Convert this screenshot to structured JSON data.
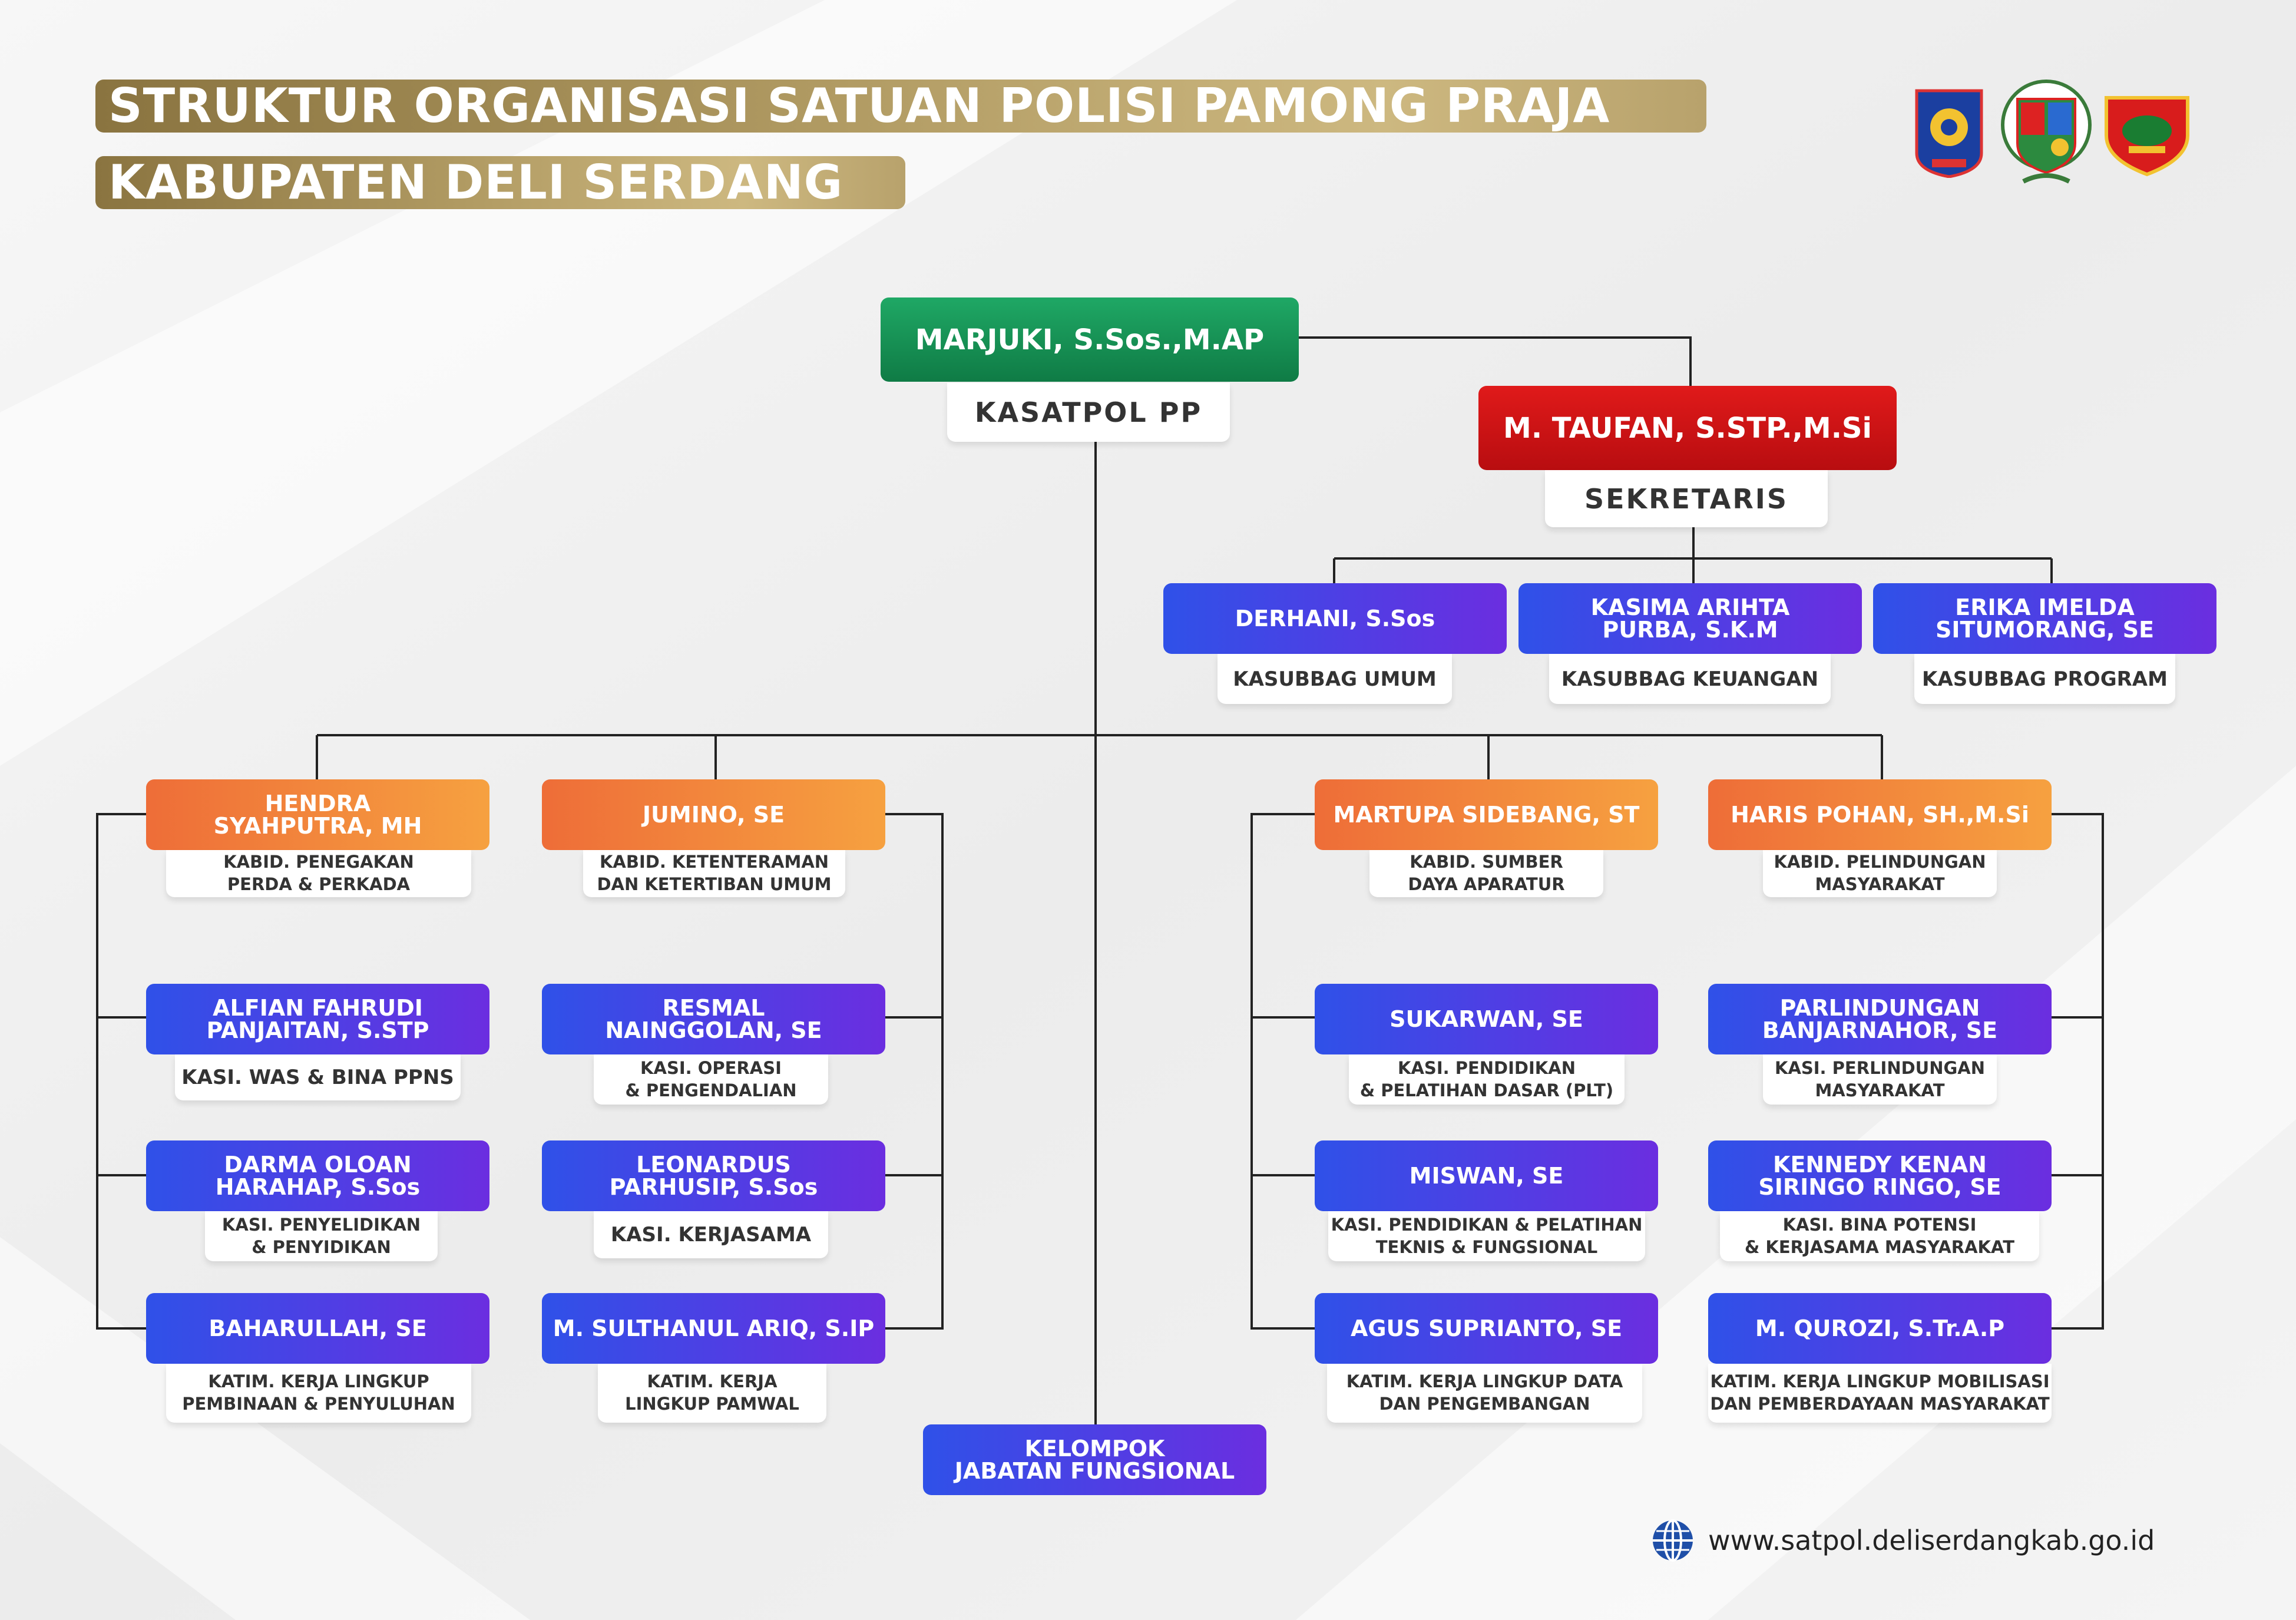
{
  "title": {
    "line1": "STRUKTUR ORGANISASI SATUAN POLISI PAMONG PRAJA",
    "line2": "KABUPATEN DELI SERDANG"
  },
  "colors": {
    "gold": "#b09a62",
    "green": "#138c52",
    "red": "#cc1212",
    "blue": "#3f46e6",
    "orange": "#f28a3c"
  },
  "logos": [
    "satpol-pp-emblem-icon",
    "deli-serdang-regency-seal-icon",
    "satpol-shield-icon"
  ],
  "head": {
    "name": "MARJUKI, S.Sos.,M.AP",
    "role": "KASATPOL PP"
  },
  "secretary": {
    "name": "M. TAUFAN, S.STP.,M.Si",
    "role": "SEKRETARIS"
  },
  "subsections": [
    {
      "name": "DERHANI, S.Sos",
      "role": "KASUBBAG UMUM"
    },
    {
      "name": "KASIMA ARIHTA\nPURBA, S.K.M",
      "role": "KASUBBAG KEUANGAN"
    },
    {
      "name": "ERIKA IMELDA\nSITUMORANG, SE",
      "role": "KASUBBAG PROGRAM"
    }
  ],
  "divisions": [
    {
      "head": {
        "name": "HENDRA\nSYAHPUTRA, MH",
        "role": "KABID. PENEGAKAN\nPERDA & PERKADA"
      },
      "members": [
        {
          "name": "ALFIAN FAHRUDI\nPANJAITAN, S.STP",
          "role": "KASI. WAS & BINA PPNS"
        },
        {
          "name": "DARMA OLOAN\nHARAHAP, S.Sos",
          "role": "KASI. PENYELIDIKAN\n& PENYIDIKAN"
        },
        {
          "name": "BAHARULLAH, SE",
          "role": "KATIM. KERJA LINGKUP\nPEMBINAAN & PENYULUHAN"
        }
      ]
    },
    {
      "head": {
        "name": "JUMINO, SE",
        "role": "KABID. KETENTERAMAN\nDAN KETERTIBAN UMUM"
      },
      "members": [
        {
          "name": "RESMAL\nNAINGGOLAN, SE",
          "role": "KASI. OPERASI\n& PENGENDALIAN"
        },
        {
          "name": "LEONARDUS\nPARHUSIP, S.Sos",
          "role": "KASI. KERJASAMA"
        },
        {
          "name": "M. SULTHANUL ARIQ, S.IP",
          "role": "KATIM. KERJA\nLINGKUP PAMWAL"
        }
      ]
    },
    {
      "head": {
        "name": "MARTUPA SIDEBANG, ST",
        "role": "KABID. SUMBER\nDAYA APARATUR"
      },
      "members": [
        {
          "name": "SUKARWAN, SE",
          "role": "KASI. PENDIDIKAN\n& PELATIHAN DASAR (PLT)"
        },
        {
          "name": "MISWAN, SE",
          "role": "KASI. PENDIDIKAN & PELATIHAN\nTEKNIS & FUNGSIONAL"
        },
        {
          "name": "AGUS SUPRIANTO, SE",
          "role": "KATIM. KERJA LINGKUP DATA\nDAN PENGEMBANGAN"
        }
      ]
    },
    {
      "head": {
        "name": "HARIS POHAN, SH.,M.Si",
        "role": "KABID. PELINDUNGAN\nMASYARAKAT"
      },
      "members": [
        {
          "name": "PARLINDUNGAN\nBANJARNAHOR, SE",
          "role": "KASI. PERLINDUNGAN\nMASYARAKAT"
        },
        {
          "name": "KENNEDY KENAN\nSIRINGO RINGO, SE",
          "role": "KASI. BINA POTENSI\n& KERJASAMA MASYARAKAT"
        },
        {
          "name": "M. QUROZI, S.Tr.A.P",
          "role": "KATIM. KERJA LINGKUP MOBILISASI\nDAN PEMBERDAYAAN MASYARAKAT"
        }
      ]
    }
  ],
  "functional": {
    "name": "KELOMPOK\nJABATAN FUNGSIONAL"
  },
  "website": {
    "icon": "globe-icon",
    "url": "www.satpol.deliserdangkab.go.id"
  }
}
